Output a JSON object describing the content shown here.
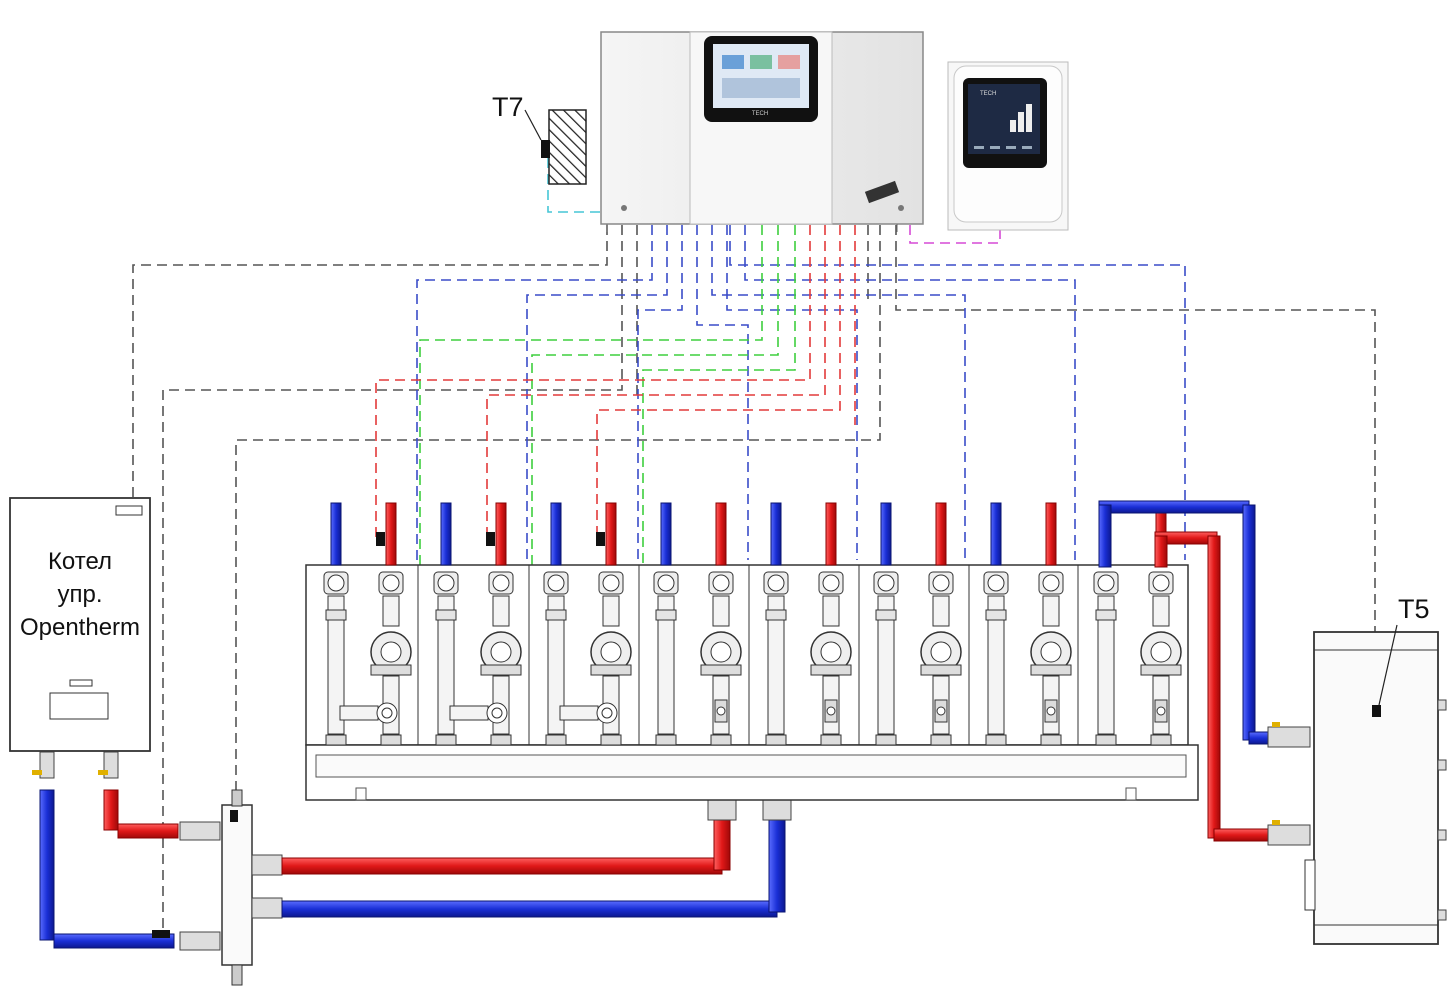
{
  "boiler": {
    "line1": "Котел",
    "line2": "упр.",
    "line3": "Opentherm"
  },
  "sensors": {
    "t7": "T7",
    "t5": "T5"
  },
  "colors": {
    "hot": "#e02020",
    "cold": "#1a2fd6",
    "signal_black": "#555555",
    "signal_blue": "#3a4cc8",
    "signal_red": "#e23a3a",
    "signal_green": "#3ecf3e",
    "signal_cyan": "#46c6d6",
    "signal_magenta": "#d64ad6",
    "screen": "#1e2a44"
  },
  "controller": {
    "brand": "TECH",
    "screen_icon": "controller-display"
  },
  "room_panel": {
    "brand": "TECH",
    "screen_icon": "room-panel-display"
  },
  "manifold": {
    "modules": 8
  }
}
